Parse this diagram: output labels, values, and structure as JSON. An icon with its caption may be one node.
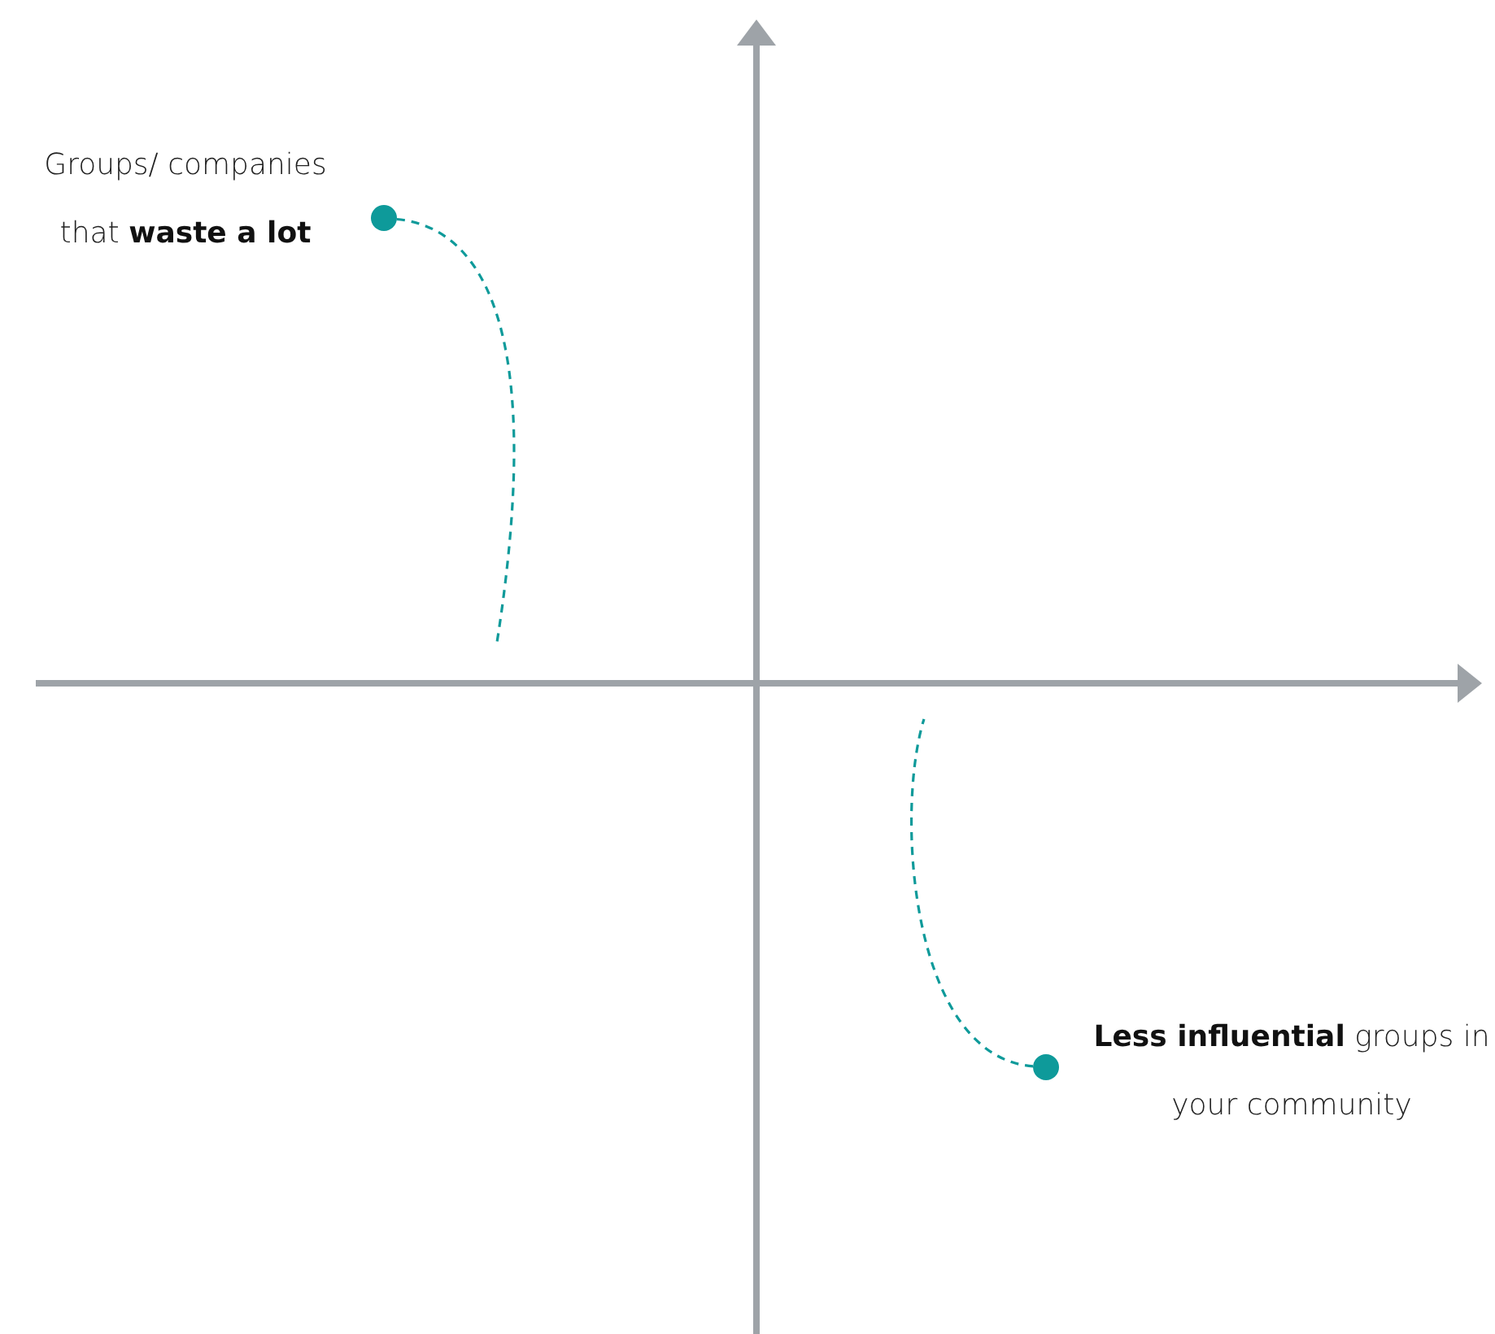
{
  "diagram": {
    "nodes": [
      {
        "text": [],
        "shape": "circle",
        "beside": [
          "Groups/ companies that **waste a lot**"
        ]
      },
      {
        "text": [],
        "shape": "circle",
        "beside": [
          "**Less influential** groups in your community"
        ]
      }
    ],
    "edges": [
      {
        "from": 0,
        "to": null,
        "arrow": "none",
        "style": "dashed"
      },
      {
        "from": 1,
        "to": null,
        "arrow": "none",
        "style": "dashed"
      }
    ]
  }
}
